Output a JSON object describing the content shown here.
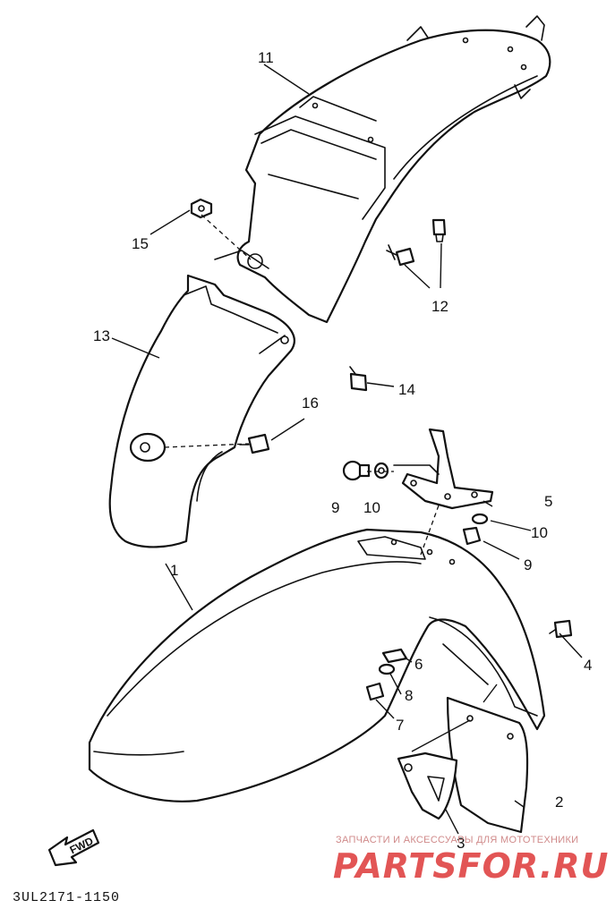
{
  "diagram": {
    "callouts": [
      {
        "id": "c1",
        "label": "1"
      },
      {
        "id": "c2",
        "label": "2"
      },
      {
        "id": "c3",
        "label": "3"
      },
      {
        "id": "c4",
        "label": "4"
      },
      {
        "id": "c5",
        "label": "5"
      },
      {
        "id": "c6",
        "label": "6"
      },
      {
        "id": "c7",
        "label": "7"
      },
      {
        "id": "c8",
        "label": "8"
      },
      {
        "id": "c9a",
        "label": "9"
      },
      {
        "id": "c9b",
        "label": "9"
      },
      {
        "id": "c10a",
        "label": "10"
      },
      {
        "id": "c10b",
        "label": "10"
      },
      {
        "id": "c11",
        "label": "11"
      },
      {
        "id": "c12",
        "label": "12"
      },
      {
        "id": "c13",
        "label": "13"
      },
      {
        "id": "c14",
        "label": "14"
      },
      {
        "id": "c15",
        "label": "15"
      },
      {
        "id": "c16",
        "label": "16"
      }
    ],
    "fwd_label": "FWD",
    "drawing_code": "3UL2171-1150"
  },
  "watermark": {
    "tagline": "ЗАПЧАСТИ И АКСЕССУАРЫ ДЛЯ МОТОТЕХНИКИ",
    "brand": "PARTSFOR.RU",
    "brand_color": "#e25555"
  }
}
